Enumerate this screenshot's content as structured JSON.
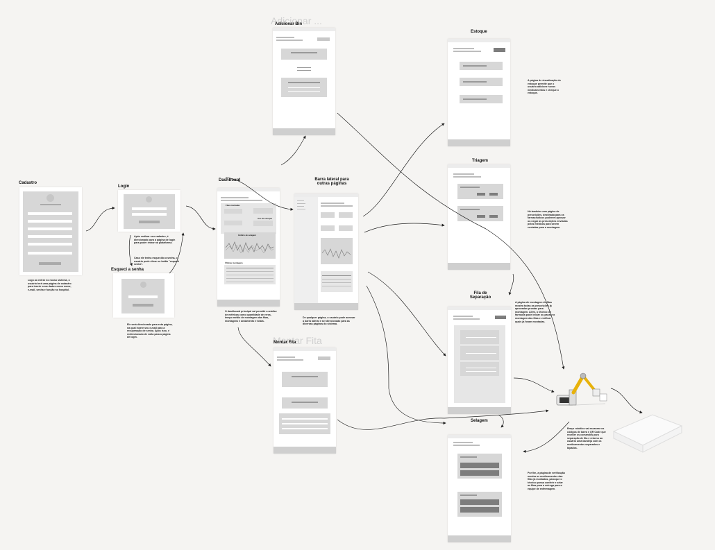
{
  "titles": {
    "cadastro": "Cadastro",
    "login": "Login",
    "esqueci": "Esqueci a senha",
    "dashboard": "Dashboard",
    "barra_lateral": "Barra lateral para outras páginas",
    "adicionar_bin": "Adicionar Bin",
    "adicionar_ghost": "Adicionar ...",
    "montar_fita": "Montar Fita",
    "montar_ghost": "Montar Fita",
    "estoque": "Estoque",
    "triagem": "Triagem",
    "fila_separacao": "Fila de Separação",
    "selagem": "Selagem"
  },
  "dashboard_labels": {
    "fitas_montadas": "Fitas montadas",
    "uso_estoque": "Uso do estoque",
    "grafico": "Gráfico de selagem",
    "ultimas_montagens": "Últimas montagens"
  },
  "notes": {
    "cadastro": "Logo ao entrar no nosso sistema, o usuário terá uma página de cadastro para inserir seus dados como nome, e-mail, senha e função no hospital.",
    "login": "Após realizar seu cadastro, é direcionado para a página de login para poder entrar na plataforma.",
    "login_esqueci": "Caso ele tenha esquecido a senha, o usuário pode clicar no botão \"esqueci senha\".",
    "esqueci": "Ele será direcionado para esta página, na qual insere seu e-mail para a recuperação de senha. Após isso, é redirecionado de volta para a página de login.",
    "dashboard": "O dashboard principal vai permitir a análise de métricas como quantidade de erros, tempo médio de montagem das fitas, montagens e andamento e totais.",
    "barra": "De qualquer página, o usuário pode acessar a barra lateral e ser direcionado para as diversas páginas do sistema.",
    "estoque": "A página de visualização do estoque permite que o usuário adicione novos medicamentos e cheque o estoque.",
    "triagem": "Há também uma página de prescrições, destinada para os farmacêuticos poderem aprovar ou negar as prescrições enviadas pelos médicos para serem enviadas para a montagem.",
    "fila": "A página de montagem de fitas mostra todas as prescrições já aprovadas prontas para montagem. Além, o técnico de farmácia pode iniciar ou pausar a montagem das fitas e verificar quais já foram montadas.",
    "braco": "Braço robótico vai escanear os códigos de barra e QR Code que receber os comandos para separação de fita e retorno ao usuário uma bandeja com os medicamentos separados e bipados.",
    "selagem": "Por fim, a página de verificação mostra os medicamentos das fitas já montadas, para que o técnico possa conferir e selar as fitas para a entrega para a equipe de enfermagem."
  }
}
